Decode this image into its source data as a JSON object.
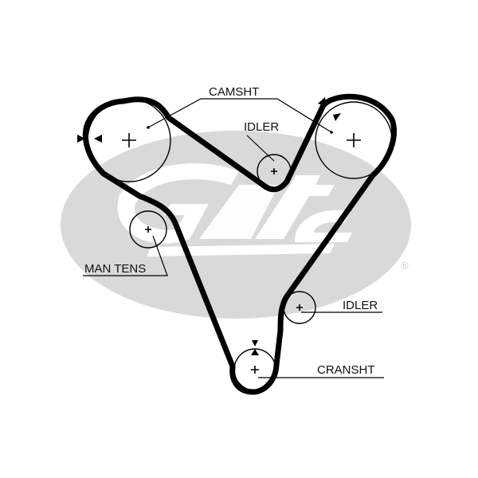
{
  "brand": {
    "logo_text": "Gates",
    "registered_mark": "®",
    "logo_color": "#d9d9d9"
  },
  "labels": {
    "camshaft": "CAMSHT",
    "idler_top": "IDLER",
    "man_tens": "MAN TENS",
    "idler_right": "IDLER",
    "crankshaft": "CRANSHT"
  },
  "colors": {
    "belt": "#000000",
    "pulley": "#000000",
    "leader": "#000000"
  }
}
